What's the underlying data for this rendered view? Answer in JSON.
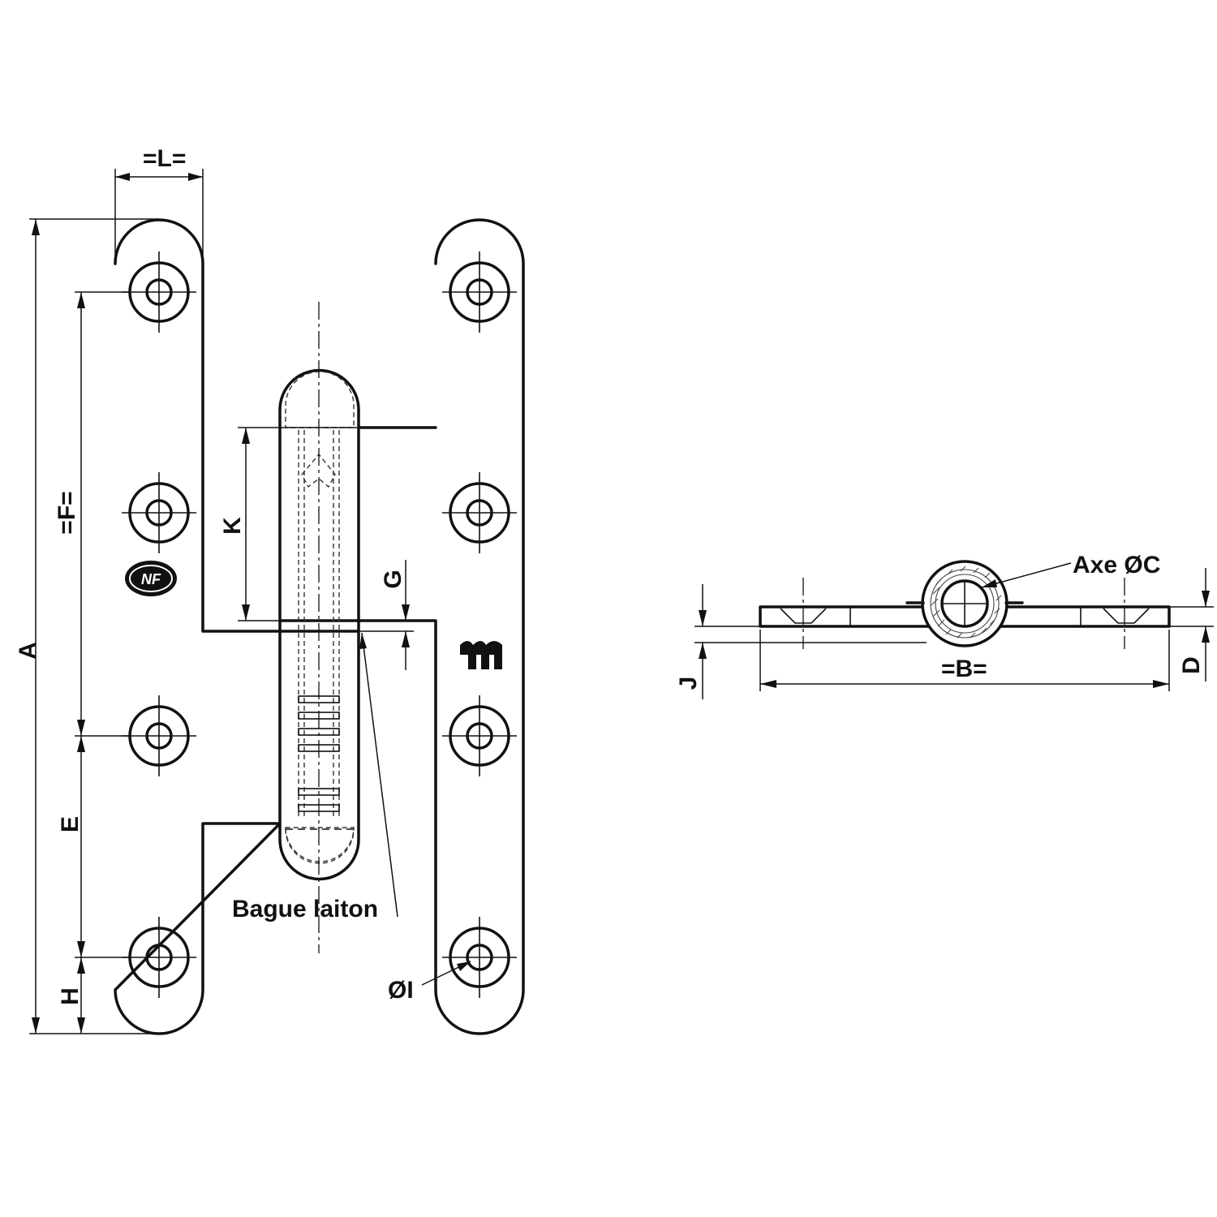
{
  "labels": {
    "L": "=L=",
    "A": "A",
    "F": "=F=",
    "K": "K",
    "G": "G",
    "E": "E",
    "H": "H",
    "bague": "Bague laiton",
    "diam_i": "ØI",
    "axe": "Axe ØC",
    "J": "J",
    "B": "=B=",
    "D": "D"
  },
  "logos": {
    "nf": "NF"
  }
}
